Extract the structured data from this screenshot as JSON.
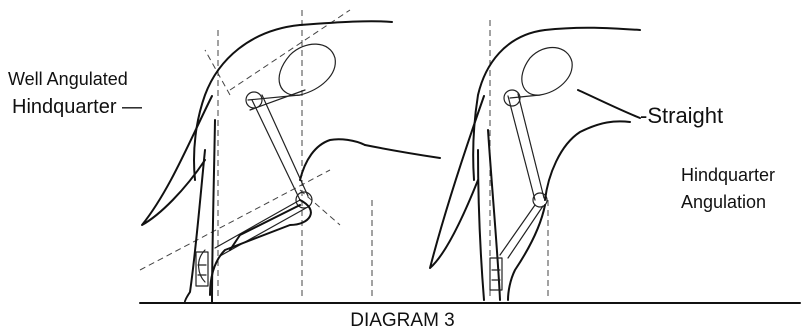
{
  "diagram": {
    "left_label_line1": "Well Angulated",
    "left_label_line2": "Hindquarter —",
    "right_label_line1": "-Straight",
    "right_label_line2": "Hindquarter",
    "right_label_line3": "Angulation",
    "caption": "DIAGRAM 3"
  }
}
